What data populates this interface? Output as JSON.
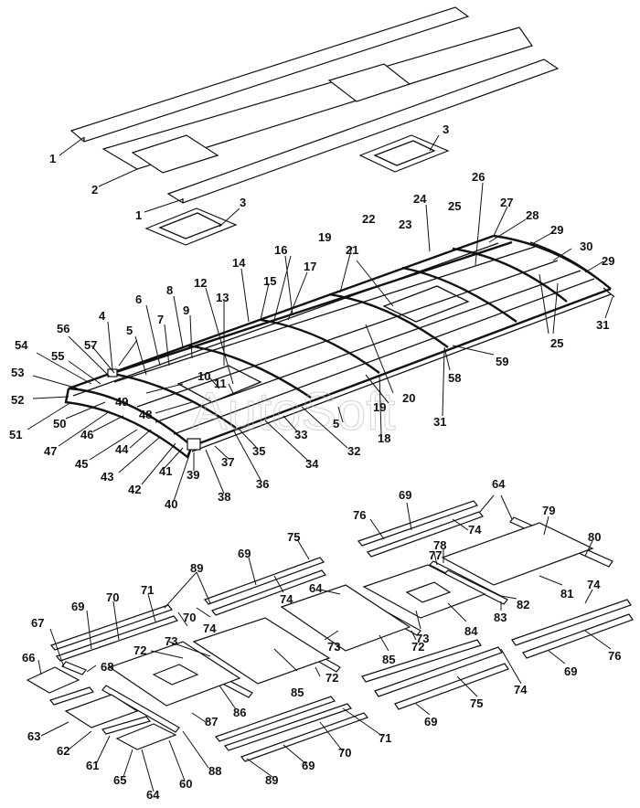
{
  "watermark": "AutoSoft",
  "callouts": [
    {
      "text": "1"
    },
    {
      "text": "2"
    },
    {
      "text": "1"
    },
    {
      "text": "3"
    },
    {
      "text": "3"
    },
    {
      "text": "26"
    },
    {
      "text": "24"
    },
    {
      "text": "27"
    },
    {
      "text": "28"
    },
    {
      "text": "25"
    },
    {
      "text": "22"
    },
    {
      "text": "23"
    },
    {
      "text": "29"
    },
    {
      "text": "30"
    },
    {
      "text": "29"
    },
    {
      "text": "31"
    },
    {
      "text": "19"
    },
    {
      "text": "21"
    },
    {
      "text": "16"
    },
    {
      "text": "17"
    },
    {
      "text": "14"
    },
    {
      "text": "15"
    },
    {
      "text": "12"
    },
    {
      "text": "13"
    },
    {
      "text": "8"
    },
    {
      "text": "6"
    },
    {
      "text": "9"
    },
    {
      "text": "7"
    },
    {
      "text": "4"
    },
    {
      "text": "5"
    },
    {
      "text": "56"
    },
    {
      "text": "57"
    },
    {
      "text": "54"
    },
    {
      "text": "55"
    },
    {
      "text": "53"
    },
    {
      "text": "52"
    },
    {
      "text": "51"
    },
    {
      "text": "50"
    },
    {
      "text": "47"
    },
    {
      "text": "46"
    },
    {
      "text": "45"
    },
    {
      "text": "44"
    },
    {
      "text": "43"
    },
    {
      "text": "42"
    },
    {
      "text": "41"
    },
    {
      "text": "40"
    },
    {
      "text": "39"
    },
    {
      "text": "38"
    },
    {
      "text": "37"
    },
    {
      "text": "36"
    },
    {
      "text": "35"
    },
    {
      "text": "34"
    },
    {
      "text": "33"
    },
    {
      "text": "32"
    },
    {
      "text": "49"
    },
    {
      "text": "48"
    },
    {
      "text": "10"
    },
    {
      "text": "11"
    },
    {
      "text": "19"
    },
    {
      "text": "20"
    },
    {
      "text": "18"
    },
    {
      "text": "5"
    },
    {
      "text": "31"
    },
    {
      "text": "58"
    },
    {
      "text": "59"
    },
    {
      "text": "25"
    },
    {
      "text": "76"
    },
    {
      "text": "69"
    },
    {
      "text": "64"
    },
    {
      "text": "74"
    },
    {
      "text": "79"
    },
    {
      "text": "80"
    },
    {
      "text": "77"
    },
    {
      "text": "78"
    },
    {
      "text": "81"
    },
    {
      "text": "82"
    },
    {
      "text": "83"
    },
    {
      "text": "74"
    },
    {
      "text": "76"
    },
    {
      "text": "69"
    },
    {
      "text": "75"
    },
    {
      "text": "69"
    },
    {
      "text": "74"
    },
    {
      "text": "89"
    },
    {
      "text": "64"
    },
    {
      "text": "84"
    },
    {
      "text": "73"
    },
    {
      "text": "72"
    },
    {
      "text": "85"
    },
    {
      "text": "74"
    },
    {
      "text": "75"
    },
    {
      "text": "69"
    },
    {
      "text": "69"
    },
    {
      "text": "70"
    },
    {
      "text": "71"
    },
    {
      "text": "70"
    },
    {
      "text": "74"
    },
    {
      "text": "67"
    },
    {
      "text": "68"
    },
    {
      "text": "66"
    },
    {
      "text": "72"
    },
    {
      "text": "73"
    },
    {
      "text": "85"
    },
    {
      "text": "72"
    },
    {
      "text": "73"
    },
    {
      "text": "86"
    },
    {
      "text": "87"
    },
    {
      "text": "88"
    },
    {
      "text": "63"
    },
    {
      "text": "62"
    },
    {
      "text": "61"
    },
    {
      "text": "65"
    },
    {
      "text": "64"
    },
    {
      "text": "60"
    },
    {
      "text": "71"
    },
    {
      "text": "70"
    },
    {
      "text": "69"
    },
    {
      "text": "89"
    }
  ]
}
